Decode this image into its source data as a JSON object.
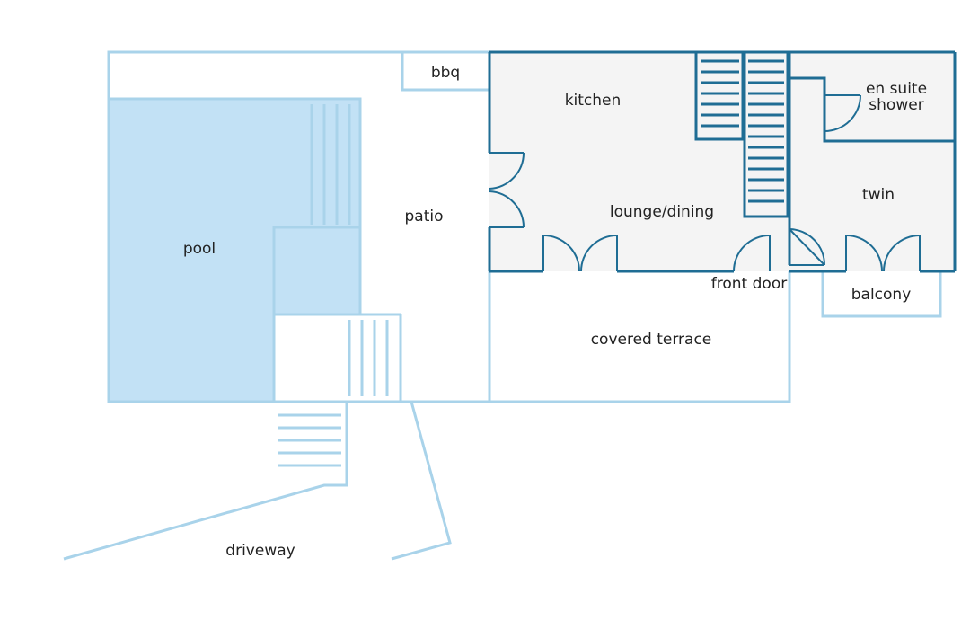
{
  "labels": {
    "bbq": "bbq",
    "kitchen": "kitchen",
    "en_suite_line1": "en suite",
    "en_suite_line2": "shower",
    "pool": "pool",
    "patio": "patio",
    "lounge_dining": "lounge/dining",
    "twin": "twin",
    "front_door": "front door",
    "balcony": "balcony",
    "covered_terrace": "covered terrace",
    "driveway": "driveway"
  },
  "colors": {
    "outdoor_line": "#a9d3ea",
    "wall": "#1f6d94",
    "pool_fill": "#c2e1f5",
    "interior_fill": "#f4f4f4",
    "text": "#222222"
  }
}
